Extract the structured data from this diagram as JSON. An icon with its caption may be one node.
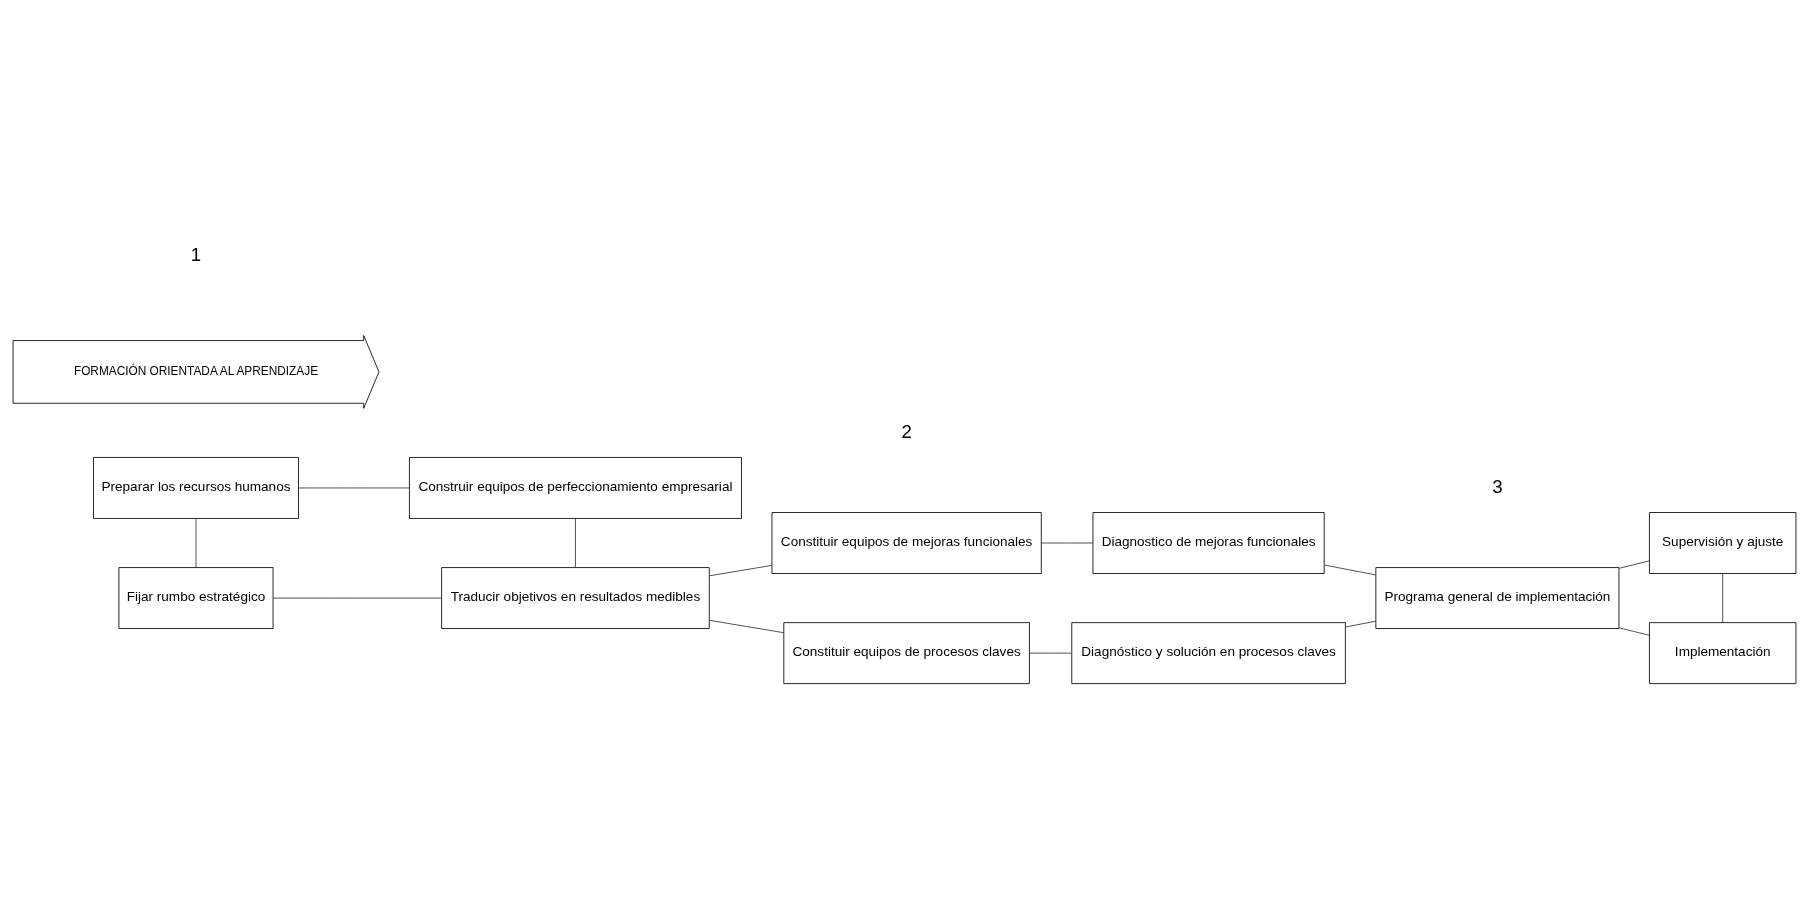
{
  "diagram": {
    "nodes": [
      {
        "text": [
          "Preparar los recursos humanos"
        ]
      },
      {
        "text": [
          "Construir equipos de perfeccionamiento empresarial"
        ]
      },
      {
        "text": [
          "Constituir equipos de mejoras funcionales"
        ]
      },
      {
        "text": [
          "Diagnostico de mejoras funcionales"
        ]
      },
      {
        "text": [
          "Supervisión y ajuste"
        ]
      },
      {
        "text": [
          "Traducir objetivos en resultados medibles"
        ]
      },
      {
        "text": [
          "Programa general de implementación"
        ]
      },
      {
        "text": [
          "Fijar rumbo estratégico"
        ]
      },
      {
        "text": [
          "Constituir equipos de procesos claves"
        ]
      },
      {
        "text": [
          "Diagnóstico y solución en procesos claves"
        ]
      },
      {
        "text": [
          "Implementación"
        ]
      },
      {
        "text": [
          "FORMACIÓN ORIENTADA AL APRENDIZAJE"
        ]
      }
    ],
    "edges": [
      {
        "from": 0,
        "to": 1,
        "arrow": "none"
      },
      {
        "from": 0,
        "to": 7,
        "arrow": "none"
      },
      {
        "from": 7,
        "to": 5,
        "arrow": "none"
      },
      {
        "from": 1,
        "to": 5,
        "arrow": "none"
      },
      {
        "from": 5,
        "to": 2,
        "arrow": "none"
      },
      {
        "from": 5,
        "to": 8,
        "arrow": "none"
      },
      {
        "from": 2,
        "to": 3,
        "arrow": "none"
      },
      {
        "from": 8,
        "to": 9,
        "arrow": "none"
      },
      {
        "from": 3,
        "to": 6,
        "arrow": "none"
      },
      {
        "from": 9,
        "to": 6,
        "arrow": "none"
      },
      {
        "from": 6,
        "to": 4,
        "arrow": "none"
      },
      {
        "from": 6,
        "to": 10,
        "arrow": "none"
      },
      {
        "from": 4,
        "to": 10,
        "arrow": "none"
      }
    ],
    "labels": [
      "1",
      "2",
      "3"
    ]
  }
}
